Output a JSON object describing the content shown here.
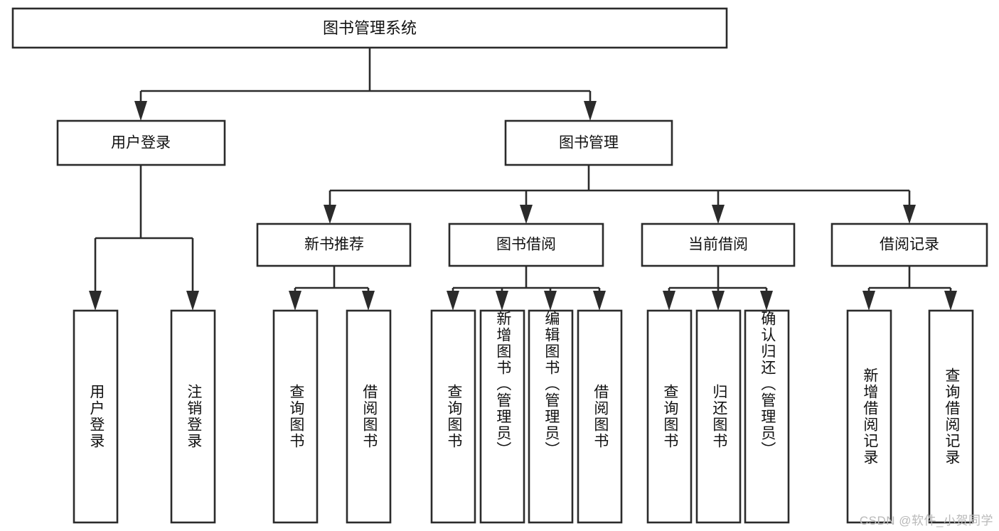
{
  "diagram": {
    "type": "tree-hierarchy-flowchart",
    "title": "图书管理系统",
    "orientation": "top-down",
    "colors": {
      "box_fill": "#ffffff",
      "box_stroke": "#2b2b2b",
      "text": "#111111",
      "background": "#ffffff",
      "watermark": "#b9b9b9"
    },
    "levels": {
      "level1": [
        {
          "id": "root",
          "label": "图书管理系统"
        }
      ],
      "level2": [
        {
          "id": "user-login",
          "label": "用户登录",
          "parent": "root"
        },
        {
          "id": "book-manage",
          "label": "图书管理",
          "parent": "root"
        }
      ],
      "level3": [
        {
          "id": "new-book-recommend",
          "label": "新书推荐",
          "parent": "book-manage"
        },
        {
          "id": "book-borrow",
          "label": "图书借阅",
          "parent": "book-manage"
        },
        {
          "id": "current-borrow",
          "label": "当前借阅",
          "parent": "book-manage"
        },
        {
          "id": "borrow-record",
          "label": "借阅记录",
          "parent": "book-manage"
        }
      ],
      "leaves": [
        {
          "id": "leaf-user-login",
          "label": "用户登录",
          "parent": "user-login"
        },
        {
          "id": "leaf-logout-login",
          "label": "注销登录",
          "parent": "user-login"
        },
        {
          "id": "leaf-query-book-1",
          "label": "查询图书",
          "parent": "new-book-recommend"
        },
        {
          "id": "leaf-borrow-book-1",
          "label": "借阅图书",
          "parent": "new-book-recommend"
        },
        {
          "id": "leaf-query-book-2",
          "label": "查询图书",
          "parent": "book-borrow"
        },
        {
          "id": "leaf-add-book",
          "label": "新增图书（管理员）",
          "parent": "book-borrow"
        },
        {
          "id": "leaf-edit-book",
          "label": "编辑图书（管理员）",
          "parent": "book-borrow"
        },
        {
          "id": "leaf-borrow-book-2",
          "label": "借阅图书",
          "parent": "book-borrow"
        },
        {
          "id": "leaf-query-book-3",
          "label": "查询图书",
          "parent": "current-borrow"
        },
        {
          "id": "leaf-return-book",
          "label": "归还图书",
          "parent": "current-borrow"
        },
        {
          "id": "leaf-confirm-return",
          "label": "确认归还（管理员）",
          "parent": "current-borrow"
        },
        {
          "id": "leaf-add-record",
          "label": "新增借阅记录",
          "parent": "borrow-record"
        },
        {
          "id": "leaf-query-record",
          "label": "查询借阅记录",
          "parent": "borrow-record"
        }
      ]
    }
  },
  "watermark": {
    "text": "CSDN @软件_小贺同学"
  }
}
